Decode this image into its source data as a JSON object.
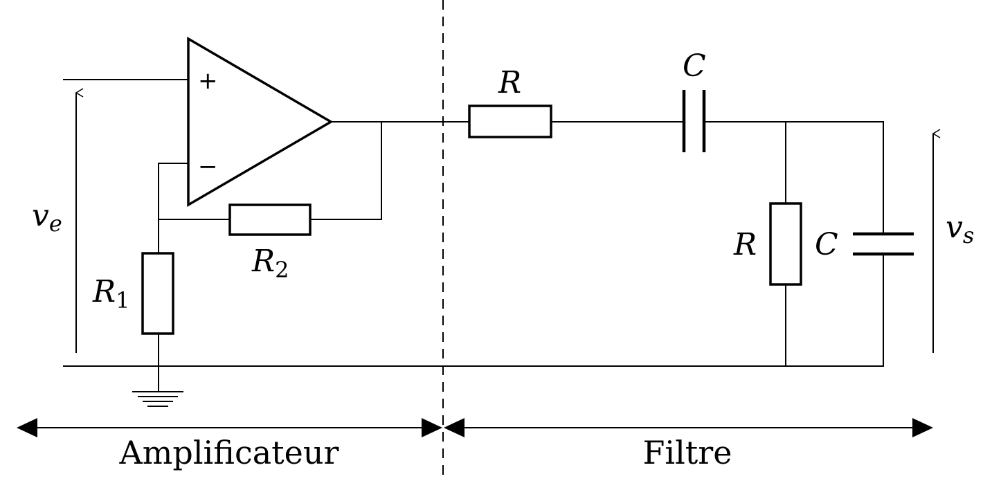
{
  "labels": {
    "input_voltage": {
      "main": "v",
      "sub": "e"
    },
    "output_voltage": {
      "main": "v",
      "sub": "s"
    },
    "r1": {
      "main": "R",
      "sub": "1"
    },
    "r2": {
      "main": "R",
      "sub": "2"
    },
    "r_series": "R",
    "c_series": "C",
    "r_shunt": "R",
    "c_shunt": "C",
    "opamp_plus": "+",
    "opamp_minus": "−"
  },
  "sections": {
    "left": "Amplificateur",
    "right": "Filtre"
  }
}
